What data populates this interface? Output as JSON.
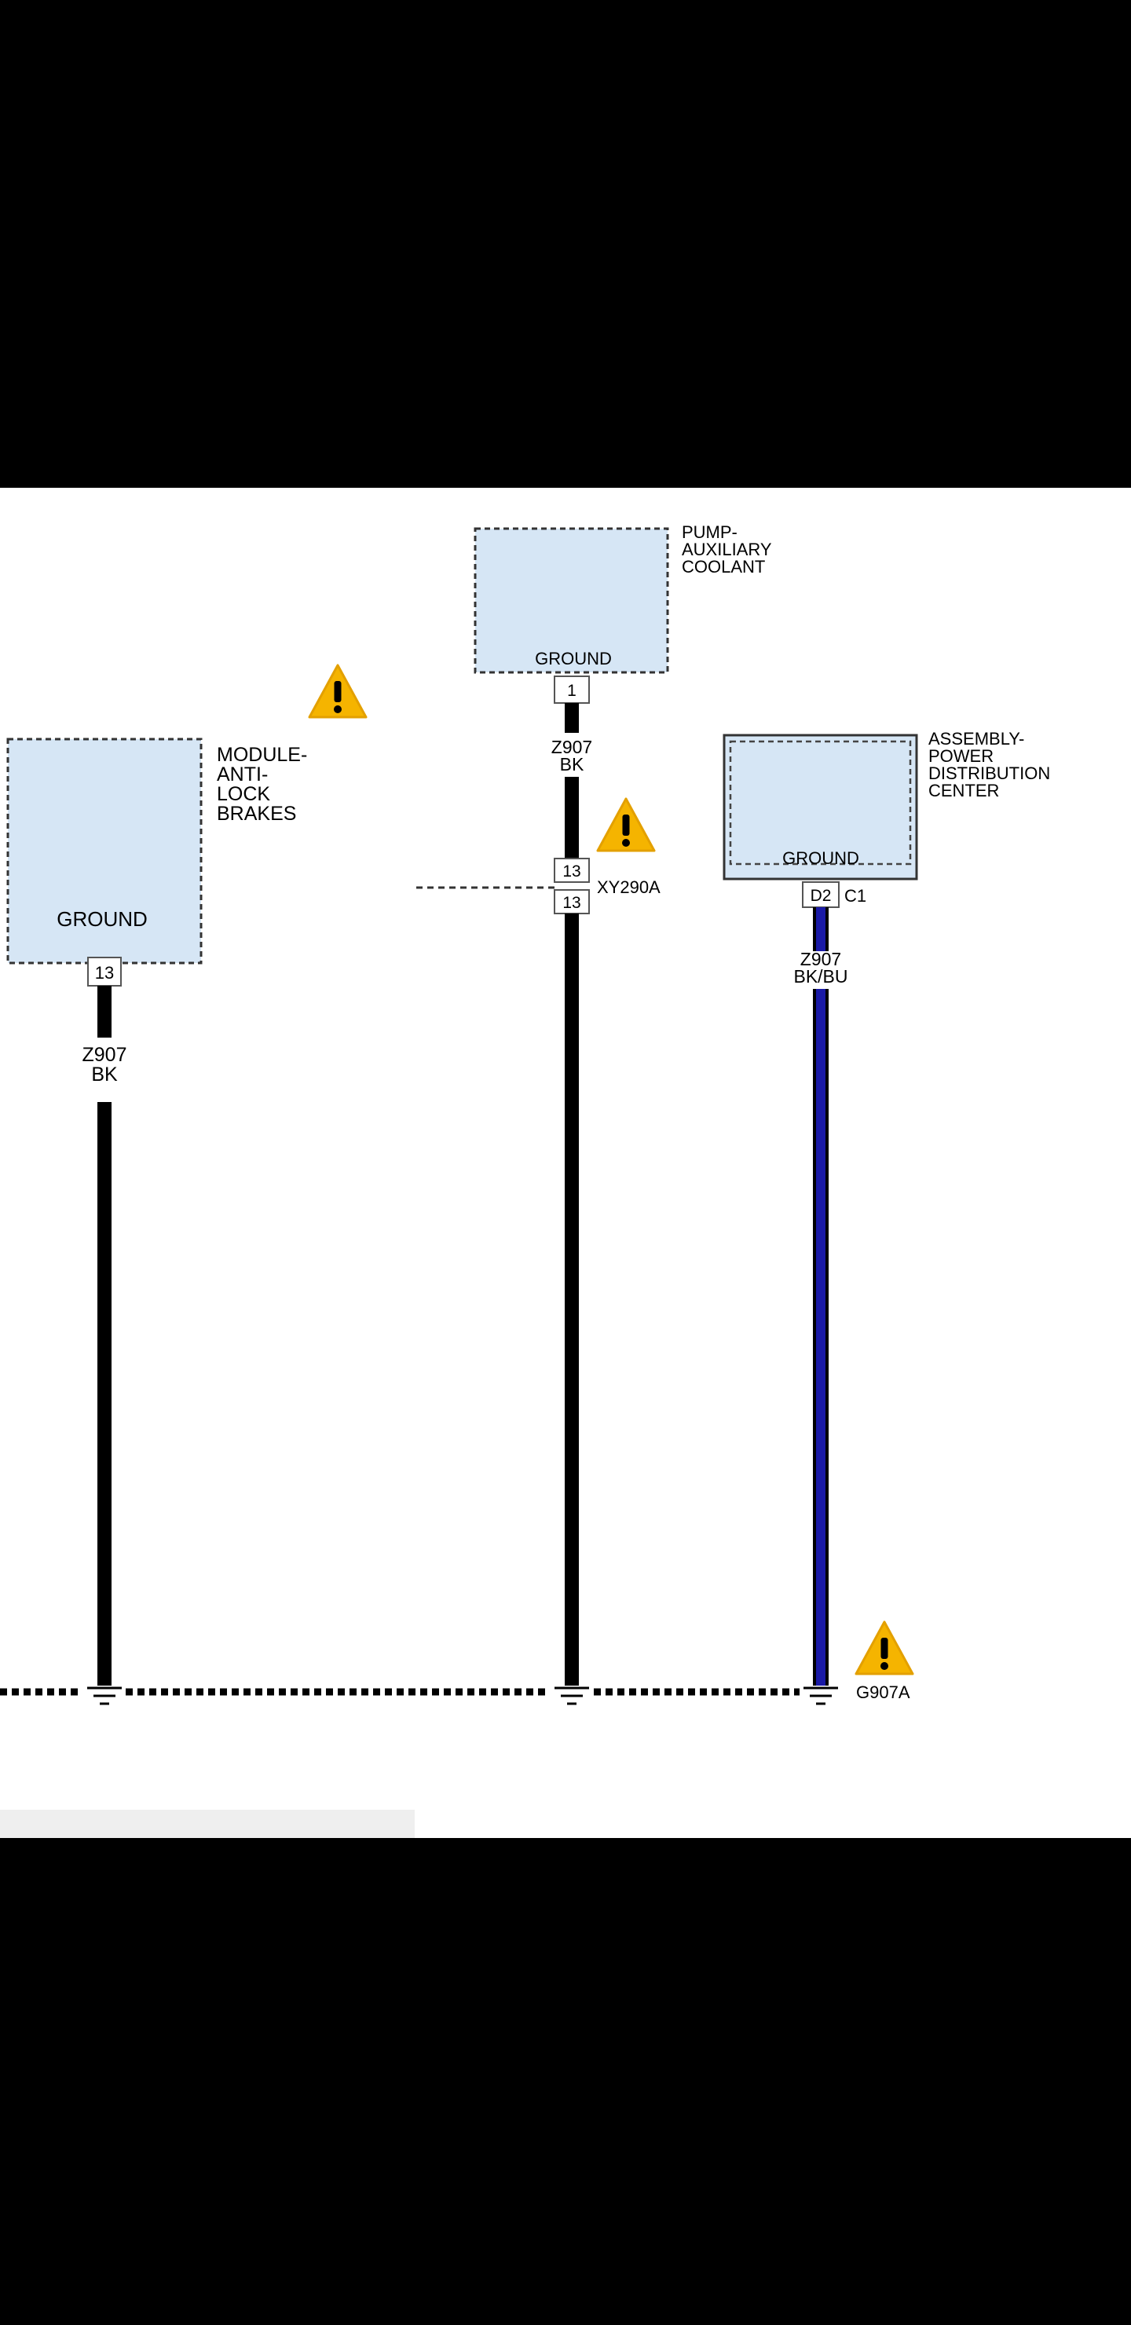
{
  "components": {
    "abs_module": {
      "name_lines": [
        "MODULE-",
        "ANTI-",
        "LOCK",
        "BRAKES"
      ],
      "pin_function": "GROUND",
      "pin": "13"
    },
    "coolant_pump": {
      "name_lines": [
        "PUMP-",
        "AUXILIARY",
        "COOLANT"
      ],
      "pin_function": "GROUND",
      "pin": "1"
    },
    "pdc": {
      "name_lines": [
        "ASSEMBLY-",
        "POWER",
        "DISTRIBUTION",
        "CENTER"
      ],
      "pin_function": "GROUND",
      "pin": "D2",
      "connector": "C1"
    }
  },
  "wires": {
    "abs": {
      "circuit": "Z907",
      "color_code": "BK",
      "stroke_color": "#000000"
    },
    "pump": {
      "circuit": "Z907",
      "color_code": "BK",
      "stroke_color": "#000000"
    },
    "pdc": {
      "circuit": "Z907",
      "color_code": "BK/BU",
      "stroke_color": "#1a1aa6"
    }
  },
  "inline_connector": {
    "name": "XY290A",
    "pin_top": "13",
    "pin_bottom": "13"
  },
  "ground": {
    "name": "G907A"
  },
  "icons": {
    "warning": "warning-triangle-icon",
    "ground": "ground-symbol-icon"
  },
  "colors": {
    "component_fill": "#d6e6f5",
    "warning_fill": "#f5b400"
  }
}
